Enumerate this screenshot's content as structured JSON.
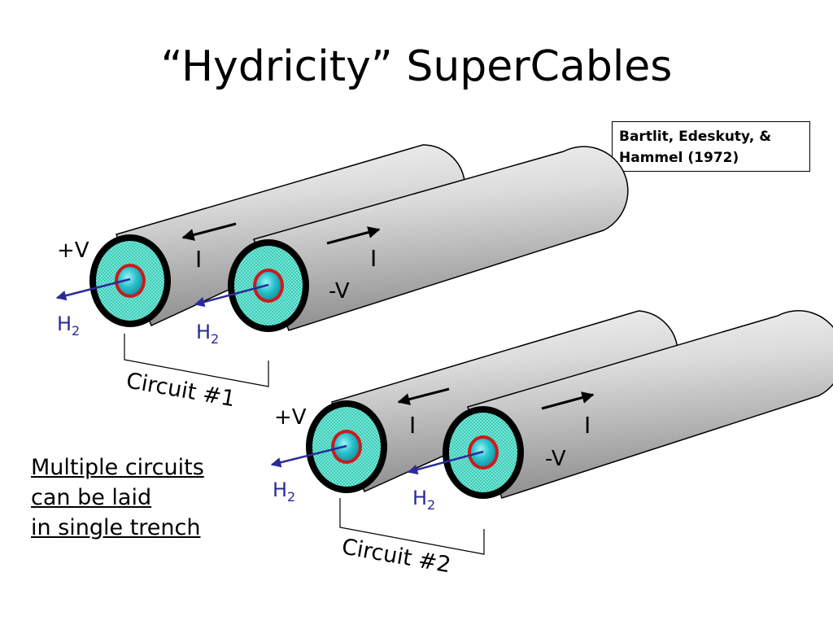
{
  "title": "“Hydricity” SuperCables",
  "reference": {
    "line1": "Bartlit, Edeskuty, &",
    "line2": "Hammel (1972)"
  },
  "note": {
    "line1": "Multiple circuits",
    "line2": "can be laid ",
    "line3": "in single trench"
  },
  "labels": {
    "plus_v": "+V",
    "minus_v": "-V",
    "current": "I",
    "h2_base": "H",
    "h2_sub": "2",
    "circuit1": "Circuit #1",
    "circuit2": "Circuit #2"
  },
  "colors": {
    "insulation": "#55e0cc",
    "core": "#22c3cc",
    "conductor_ring": "#cc1a1a",
    "h2_arrow": "#2a2a99",
    "cable_shell": "#d0d0d0"
  }
}
